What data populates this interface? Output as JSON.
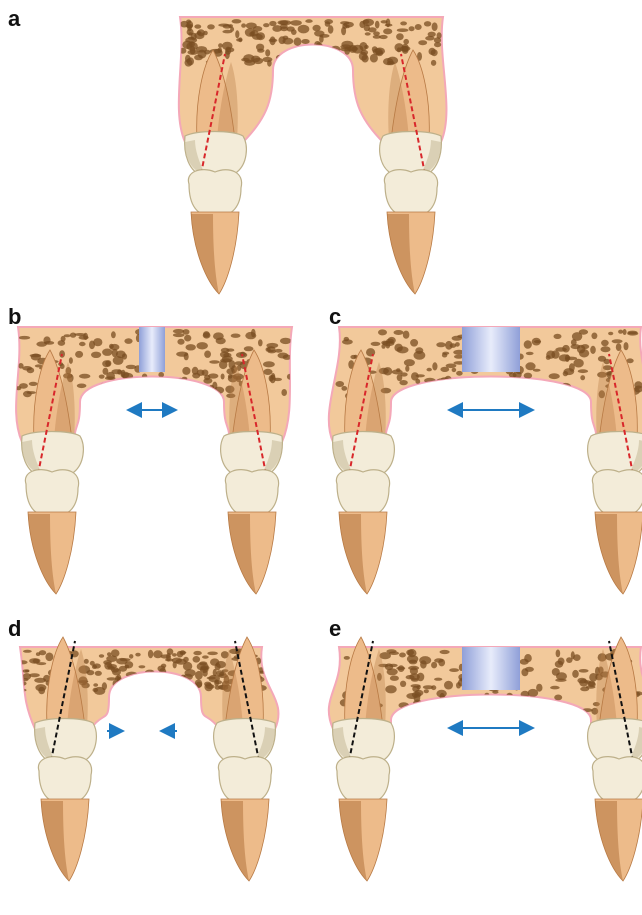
{
  "figure": {
    "panels": [
      {
        "label": "a",
        "expander": false,
        "direction": "none",
        "axis_color": "red"
      },
      {
        "label": "b",
        "expander": "narrow",
        "direction": "outward",
        "axis_color": "red"
      },
      {
        "label": "c",
        "expander": "wide",
        "direction": "outward",
        "axis_color": "red"
      },
      {
        "label": "d",
        "expander": false,
        "direction": "inward",
        "axis_color": "black"
      },
      {
        "label": "e",
        "expander": "wide",
        "direction": "outward",
        "axis_color": "black"
      }
    ],
    "colors": {
      "bone": "#f2c99b",
      "bone_pore": "#7a4e22",
      "gingiva_outline": "#f4a8b8",
      "crown_white": "#f3ecd9",
      "crown_shadow": "#bdb08a",
      "root": "#edbb8a",
      "root_dark": "#b87a45",
      "arrow": "#1f7ac2",
      "axis_red": "#d8272b",
      "axis_black": "#111111",
      "expander_light": "#e8ecfb",
      "expander_dark": "#8f9fd8"
    }
  }
}
